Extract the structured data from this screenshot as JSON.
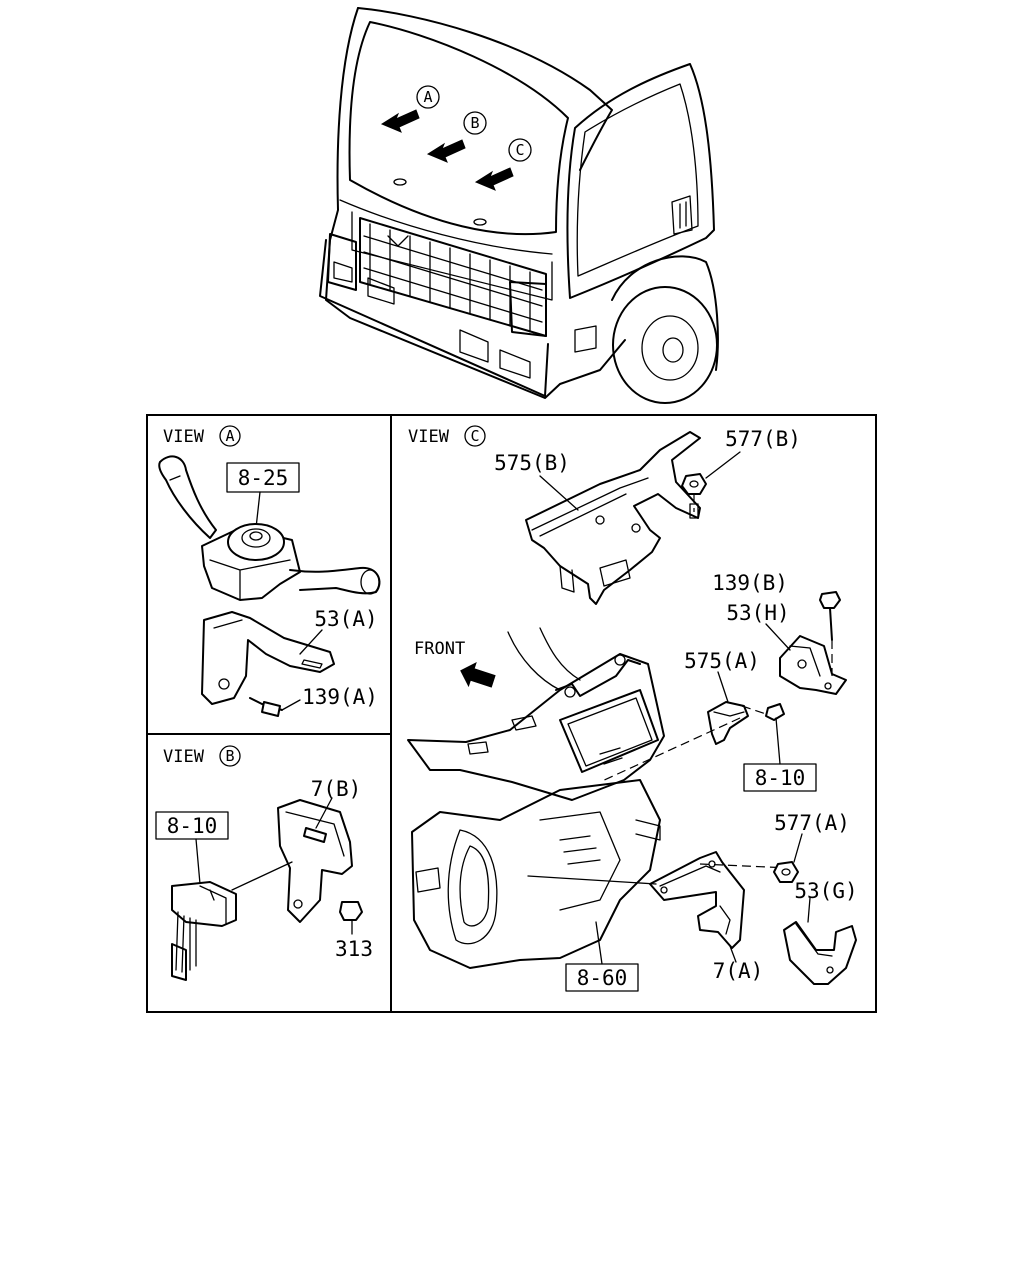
{
  "callouts": {
    "view_a_marker": "A",
    "view_b_marker": "B",
    "view_c_marker": "C"
  },
  "view_a": {
    "title": "VIEW",
    "letter": "A",
    "ref_box": "8-25",
    "part_53a": "53(A)",
    "part_139a": "139(A)"
  },
  "view_b": {
    "title": "VIEW",
    "letter": "B",
    "ref_box": "8-10",
    "part_7b": "7(B)",
    "part_313": "313"
  },
  "view_c": {
    "title": "VIEW",
    "letter": "C",
    "part_575b": "575(B)",
    "part_577b": "577(B)",
    "part_139b": "139(B)",
    "part_53h": "53(H)",
    "front": "FRONT",
    "part_575a": "575(A)",
    "ref_box_810": "8-10",
    "part_577a": "577(A)",
    "part_53g": "53(G)",
    "part_7a": "7(A)",
    "ref_box_860": "8-60"
  }
}
